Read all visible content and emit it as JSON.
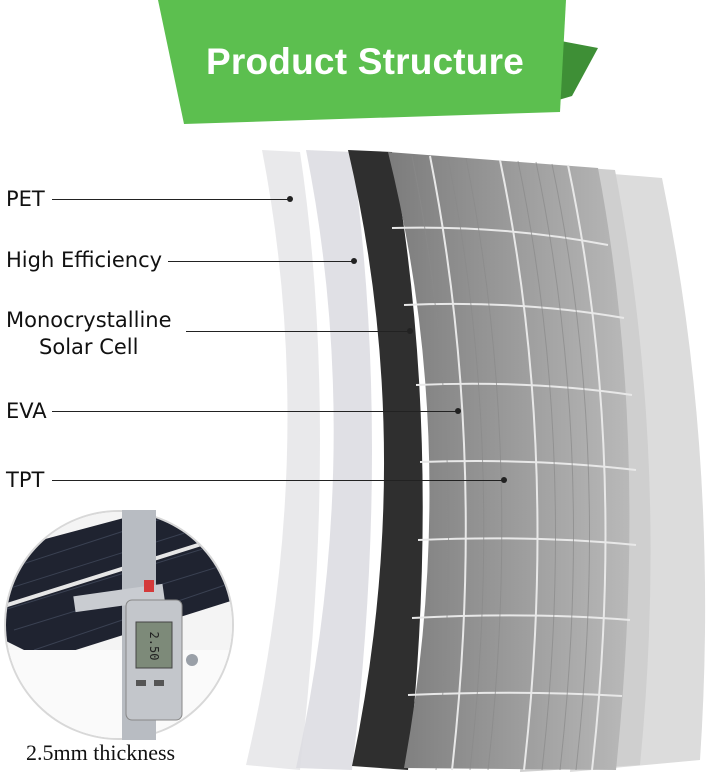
{
  "banner": {
    "title": "Product Structure",
    "colors": {
      "front": "#5cbf4f",
      "fold": "#3e8f36"
    }
  },
  "layers": [
    {
      "id": "pet",
      "label": "PET"
    },
    {
      "id": "high-efficiency",
      "label": "High Efficiency"
    },
    {
      "id": "mono",
      "label_line1": "Monocrystalline",
      "label_line2": "Solar Cell"
    },
    {
      "id": "eva",
      "label": "EVA"
    },
    {
      "id": "tpt",
      "label": "TPT"
    }
  ],
  "inset": {
    "caliper_icon": "digital-caliper-icon",
    "caption": "2.5mm thickness"
  }
}
